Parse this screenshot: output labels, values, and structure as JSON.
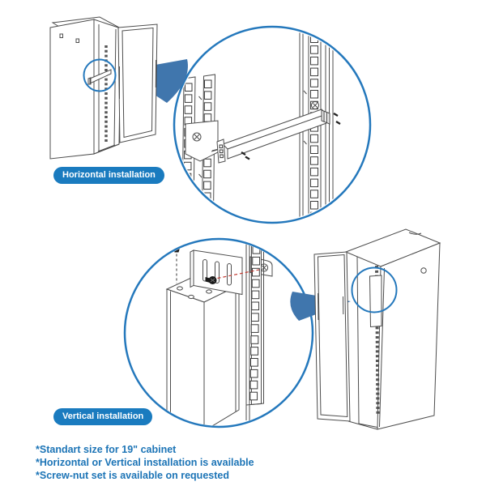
{
  "labels": {
    "horizontal_installation": "Horizontal installation",
    "vertical_installation": "Vertical installation"
  },
  "notes": [
    "*Standart size for 19\" cabinet",
    "*Horizontal or Vertical installation is available",
    "*Screw-nut set is available on requested"
  ],
  "colors": {
    "accent_blue": "#1a7bbf",
    "callout_circle_blue": "#2478bc",
    "callout_wedge_blue": "#4076ad",
    "line_art_gray": "#4d4d4d",
    "guide_line_red": "#c23b32",
    "note_text_blue": "#1c74b6",
    "background": "#ffffff"
  }
}
